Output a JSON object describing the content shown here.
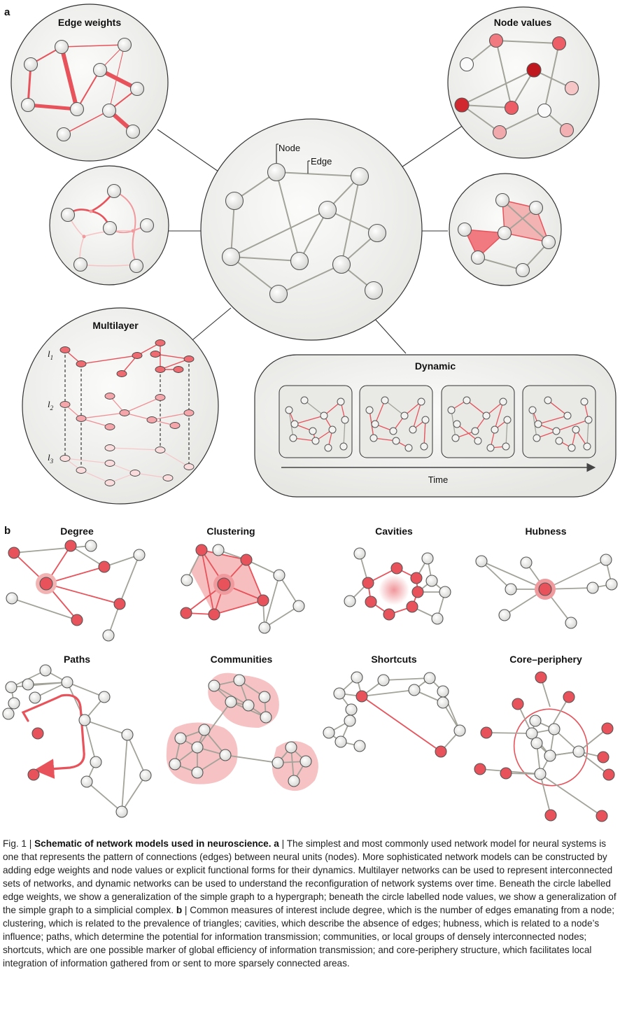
{
  "panel_a": {
    "label": "a",
    "edge_weights_title": "Edge weights",
    "node_values_title": "Node values",
    "node_label": "Node",
    "edge_label": "Edge",
    "multilayer_title": "Multilayer",
    "layer_labels": [
      "l",
      "l",
      "l"
    ],
    "layer_subs": [
      "1",
      "2",
      "3"
    ],
    "dynamic_title": "Dynamic",
    "time_label": "Time"
  },
  "panel_b": {
    "label": "b",
    "titles": [
      "Degree",
      "Clustering",
      "Cavities",
      "Hubness",
      "Paths",
      "Communities",
      "Shortcuts",
      "Core–periphery"
    ]
  },
  "caption": {
    "fig": "Fig. 1 | ",
    "title": "Schematic of network models used in neuroscience. a",
    "part_a": " | The simplest and most commonly used network model for neural systems is one that represents the pattern of connections (edges) between neural units (nodes). More sophisticated network models can be constructed by adding edge weights and node values or explicit functional forms for their dynamics. Multilayer networks can be used to represent interconnected sets of networks, and dynamic networks can be used to understand the reconfiguration of network systems over time. Beneath the circle labelled edge weights, we show a generalization of the simple graph to a hypergraph; beneath the circle labelled node values, we show a generalization of the simple graph to a simplicial complex. ",
    "b": "b",
    "part_b": " | Common measures of interest include degree, which is the number of edges emanating from a node; clustering, which is related to the prevalence of triangles; cavities, which describe the absence of edges; hubness, which is related to a node’s influence; paths, which determine the potential for information transmission; communities, or local groups of densely interconnected nodes; shortcuts, which are one possible marker of global efficiency of information transmission; and core-periphery structure, which facilitates local integration of information gathered from or sent to more sparsely connected areas."
  },
  "colors": {
    "node_fill": "#e8e8e6",
    "node_stroke": "#555555",
    "edge": "#a3a39a",
    "red": "#e8535b",
    "light_red": "#f4b3b3",
    "bubble_fill": "#eeeeec"
  }
}
